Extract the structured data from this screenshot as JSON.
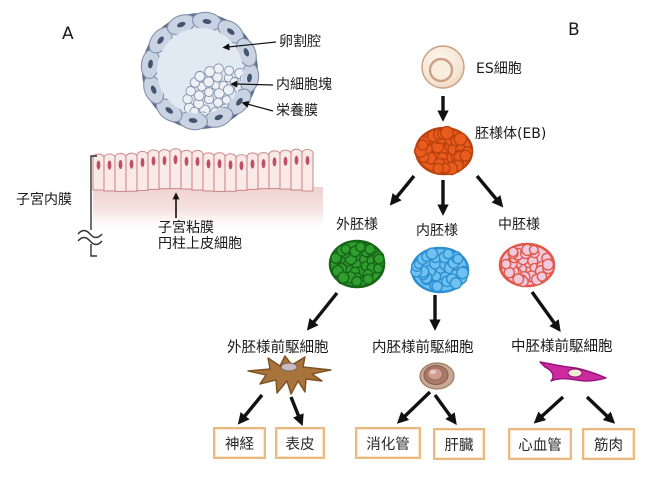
{
  "panel_a": {
    "label": "A",
    "blastocyst": {
      "blastocoel_label": "卵割腔",
      "inner_cell_mass_label": "内細胞塊",
      "trophoblast_label": "栄養膜"
    },
    "uterus": {
      "endometrium_label": "子宮内膜",
      "mucosa_line1": "子宮粘膜",
      "mucosa_line2": "円柱上皮細胞"
    }
  },
  "panel_b": {
    "label": "B",
    "es_cell_label": "ES細胞",
    "embryoid_body_label": "胚様体(EB)",
    "lineages": [
      {
        "name": "外胚様",
        "precursor": "外胚様前駆細胞",
        "organs": [
          "神経",
          "表皮"
        ]
      },
      {
        "name": "内胚様",
        "precursor": "内胚様前駆細胞",
        "organs": [
          "消化管",
          "肝臓"
        ]
      },
      {
        "name": "中胚様",
        "precursor": "中胚様前駆細胞",
        "organs": [
          "心血管",
          "筋肉"
        ]
      }
    ]
  },
  "colors": {
    "eb_fill": "#ea5c1e",
    "eb_stroke": "#bb430f",
    "ecto_fill": "#2f9e2f",
    "ecto_stroke": "#176617",
    "endo_fill": "#6ec1f0",
    "endo_stroke": "#2f8fd0",
    "meso_fill": "#f0c8e0",
    "meso_stroke": "#e05a48",
    "box_border": "#eab97f",
    "blasto_outline": "#5f6f8f",
    "troph_fill": "#c9d3e2",
    "troph_stroke": "#8291ad",
    "troph_nucleus": "#44536f",
    "icm_fill": "#edf0f5",
    "icm_stroke": "#8494ae",
    "epi_fill": "#f9eae8",
    "epi_stroke": "#cf8d8d",
    "epi_nucleus": "#bf4f66",
    "arrow": "#111111"
  }
}
